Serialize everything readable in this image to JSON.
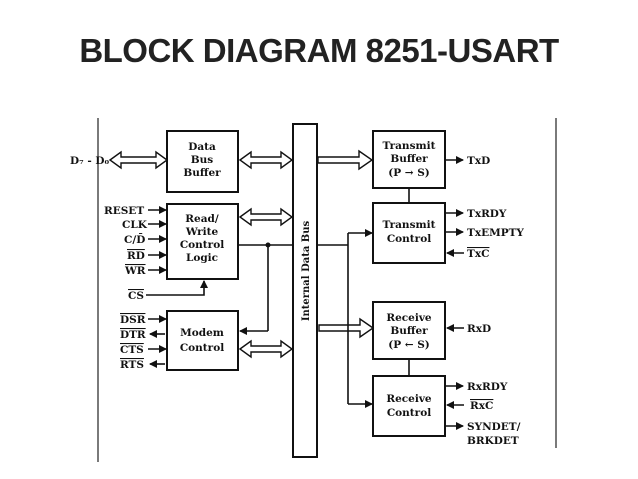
{
  "title": "BLOCK DIAGRAM 8251-USART",
  "blocks": {
    "data_bus_buffer": [
      "Data",
      "Bus",
      "Buffer"
    ],
    "rw_control_logic": [
      "Read/",
      "Write",
      "Control",
      "Logic"
    ],
    "modem_control": [
      "Modem",
      "Control"
    ],
    "transmit_buffer": [
      "Transmit",
      "Buffer",
      "(P → S)"
    ],
    "transmit_control": [
      "Transmit",
      "Control"
    ],
    "receive_buffer": [
      "Receive",
      "Buffer",
      "(P ← S)"
    ],
    "receive_control": [
      "Receive",
      "Control"
    ]
  },
  "internal_bus": "Internal Data Bus",
  "signals": {
    "data_bus": "D₇ - D₀",
    "reset": "RESET",
    "clk": "CLK",
    "cd": "C/D̄",
    "rd": "RD",
    "wr": "WR",
    "cs": "CS",
    "dsr": "DSR",
    "dtr": "DTR",
    "cts": "CTS",
    "rts": "RTS",
    "txd": "TxD",
    "txrdy": "TxRDY",
    "txempty": "TxEMPTY",
    "txc": "TxC",
    "rxd": "RxD",
    "rxrdy": "RxRDY",
    "rxc": "RxC",
    "syndet_line1": "SYNDET/",
    "syndet_line2": "BRKDET"
  }
}
